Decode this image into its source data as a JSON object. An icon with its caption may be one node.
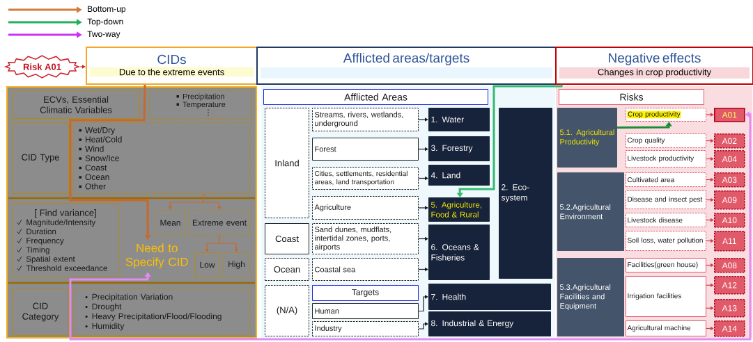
{
  "diagram": {
    "nodes": [
      {
        "text": [
          "Risk A01"
        ]
      },
      {
        "text": [
          "CIDs",
          "Due to the extreme events"
        ]
      },
      {
        "text": [
          "Afflicted areas/targets"
        ]
      },
      {
        "text": [
          "Negative effects",
          "Changes in crop productivity"
        ]
      },
      {
        "text": [
          "ECVs, Essential Climatic Variables"
        ]
      },
      {
        "text": [
          "Precipitation",
          "Temperature",
          "⋮"
        ]
      },
      {
        "text": [
          "CID Type"
        ]
      },
      {
        "text": [
          "Wet/Dry",
          "Heat/Cold",
          "Wind",
          "Snow/Ice",
          "Coast",
          "Ocean",
          "Other"
        ]
      },
      {
        "text": [
          "[ Find variance]",
          "Magnitude/Intensity",
          "Duration",
          "Frequency",
          "Timing",
          "Spatial extent",
          "Threshold exceedance"
        ]
      },
      {
        "text": [
          "Mean"
        ]
      },
      {
        "text": [
          "Extreme event"
        ]
      },
      {
        "text": [
          "Low"
        ]
      },
      {
        "text": [
          "High"
        ]
      },
      {
        "text": [
          "Need to Specify CID"
        ]
      },
      {
        "text": [
          "CID Category"
        ]
      },
      {
        "text": [
          "Precipitation Variation",
          "Drought",
          "Heavy Precipitation/Flood/Flooding",
          "Humidity"
        ]
      },
      {
        "text": [
          "Afflicted Areas"
        ]
      },
      {
        "text": [
          "Inland"
        ]
      },
      {
        "text": [
          "Streams, rivers, wetlands, underground"
        ]
      },
      {
        "text": [
          "Forest"
        ]
      },
      {
        "text": [
          "Cities, settlements, residential areas, land transportation"
        ]
      },
      {
        "text": [
          "Agriculture"
        ]
      },
      {
        "text": [
          "Coast"
        ]
      },
      {
        "text": [
          "Sand dunes, mudflats, intertidal zones, ports, airports"
        ]
      },
      {
        "text": [
          "Ocean"
        ]
      },
      {
        "text": [
          "Coastal sea"
        ]
      },
      {
        "text": [
          "(N/A)"
        ]
      },
      {
        "text": [
          "Targets"
        ]
      },
      {
        "text": [
          "Human"
        ]
      },
      {
        "text": [
          "Industry"
        ]
      },
      {
        "text": [
          "1. Water"
        ]
      },
      {
        "text": [
          "3. Forestry"
        ]
      },
      {
        "text": [
          "4. Land"
        ]
      },
      {
        "text": [
          "5. Agriculture, Food & Rural"
        ]
      },
      {
        "text": [
          "6. Oceans & Fisheries"
        ]
      },
      {
        "text": [
          "2. Eco-system"
        ]
      },
      {
        "text": [
          "7. Health"
        ]
      },
      {
        "text": [
          "8. Industrial & Energy"
        ]
      },
      {
        "text": [
          "Risks"
        ]
      },
      {
        "text": [
          "5.1. Agricultural Productivity"
        ]
      },
      {
        "text": [
          "5.2.Agricultural Environment"
        ]
      },
      {
        "text": [
          "5.3.Agricultural Facilities and Equipment"
        ]
      },
      {
        "text": [
          "Crop productivity"
        ]
      },
      {
        "text": [
          "Crop quality"
        ]
      },
      {
        "text": [
          "Livestock productivity"
        ]
      },
      {
        "text": [
          "Cultivated area"
        ]
      },
      {
        "text": [
          "Disease and insect pest"
        ]
      },
      {
        "text": [
          "Livestock disease"
        ]
      },
      {
        "text": [
          "Soil loss, water pollution"
        ]
      },
      {
        "text": [
          "Facilities(green house)"
        ]
      },
      {
        "text": [
          "Irrigation facilities"
        ]
      },
      {
        "text": [
          "Agricultural machine"
        ]
      },
      {
        "text": [
          "A01"
        ]
      },
      {
        "text": [
          "A02"
        ]
      },
      {
        "text": [
          "A04"
        ]
      },
      {
        "text": [
          "A03"
        ]
      },
      {
        "text": [
          "A09"
        ]
      },
      {
        "text": [
          "A10"
        ]
      },
      {
        "text": [
          "A11"
        ]
      },
      {
        "text": [
          "A08"
        ]
      },
      {
        "text": [
          "A12"
        ]
      },
      {
        "text": [
          "A13"
        ]
      },
      {
        "text": [
          "A14"
        ]
      }
    ],
    "edges": [
      {
        "from": 0,
        "to": 1,
        "arrow": "to",
        "color": "#d0202e"
      },
      {
        "from": 1,
        "to": 13,
        "arrow": "to",
        "style": "thick",
        "color": "#c8692a"
      },
      {
        "from": 7,
        "to": 9,
        "arrow": "to",
        "color": "#c8692a"
      },
      {
        "from": 7,
        "to": 10,
        "arrow": "to",
        "color": "#c8692a"
      },
      {
        "from": 10,
        "to": 11,
        "arrow": "to",
        "color": "#c8692a"
      },
      {
        "from": 10,
        "to": 12,
        "arrow": "to",
        "color": "#c8692a"
      },
      {
        "from": 13,
        "to": 52,
        "arrow": "both",
        "style": "thick",
        "color": "#e48af2"
      },
      {
        "from": 3,
        "to": 33,
        "arrow": "to",
        "style": "thick",
        "color": "#35bb72"
      },
      {
        "from": 39,
        "to": 42,
        "arrow": "to",
        "style": "thick",
        "color": "#1e8c32"
      },
      {
        "from": 18,
        "to": 30,
        "arrow": "to",
        "color": "#1a1a1a"
      },
      {
        "from": 19,
        "to": 31,
        "arrow": "to",
        "color": "#1a1a1a"
      },
      {
        "from": 20,
        "to": 32,
        "arrow": "to",
        "color": "#1a1a1a"
      },
      {
        "from": 21,
        "to": 33,
        "arrow": "to",
        "color": "#1a1a1a"
      },
      {
        "from": 23,
        "to": 34,
        "arrow": "to",
        "color": "#1a1a1a"
      },
      {
        "from": 25,
        "to": 34,
        "arrow": "to",
        "color": "#1a1a1a"
      },
      {
        "from": 28,
        "to": 36,
        "arrow": "to",
        "color": "#1a1a1a"
      },
      {
        "from": 29,
        "to": 37,
        "arrow": "to",
        "color": "#1a1a1a"
      },
      {
        "from": 42,
        "to": 52,
        "arrow": "to",
        "color": "#d23c50"
      },
      {
        "from": 43,
        "to": 53,
        "arrow": "to",
        "color": "#d23c50"
      },
      {
        "from": 44,
        "to": 54,
        "arrow": "to",
        "color": "#d23c50"
      },
      {
        "from": 45,
        "to": 55,
        "arrow": "to",
        "color": "#d23c50"
      },
      {
        "from": 46,
        "to": 56,
        "arrow": "to",
        "color": "#d23c50"
      },
      {
        "from": 47,
        "to": 57,
        "arrow": "to",
        "color": "#d23c50"
      },
      {
        "from": 48,
        "to": 58,
        "arrow": "to",
        "color": "#d23c50"
      },
      {
        "from": 49,
        "to": 59,
        "arrow": "to",
        "color": "#d23c50"
      },
      {
        "from": 50,
        "to": 60,
        "arrow": "to",
        "color": "#d23c50"
      },
      {
        "from": 50,
        "to": 61,
        "arrow": "to",
        "color": "#d23c50"
      },
      {
        "from": 51,
        "to": 62,
        "arrow": "to",
        "color": "#d23c50"
      }
    ],
    "legend": [
      {
        "text": "Bottom-up"
      },
      {
        "text": "Top-down"
      },
      {
        "text": "Two-way"
      }
    ]
  }
}
